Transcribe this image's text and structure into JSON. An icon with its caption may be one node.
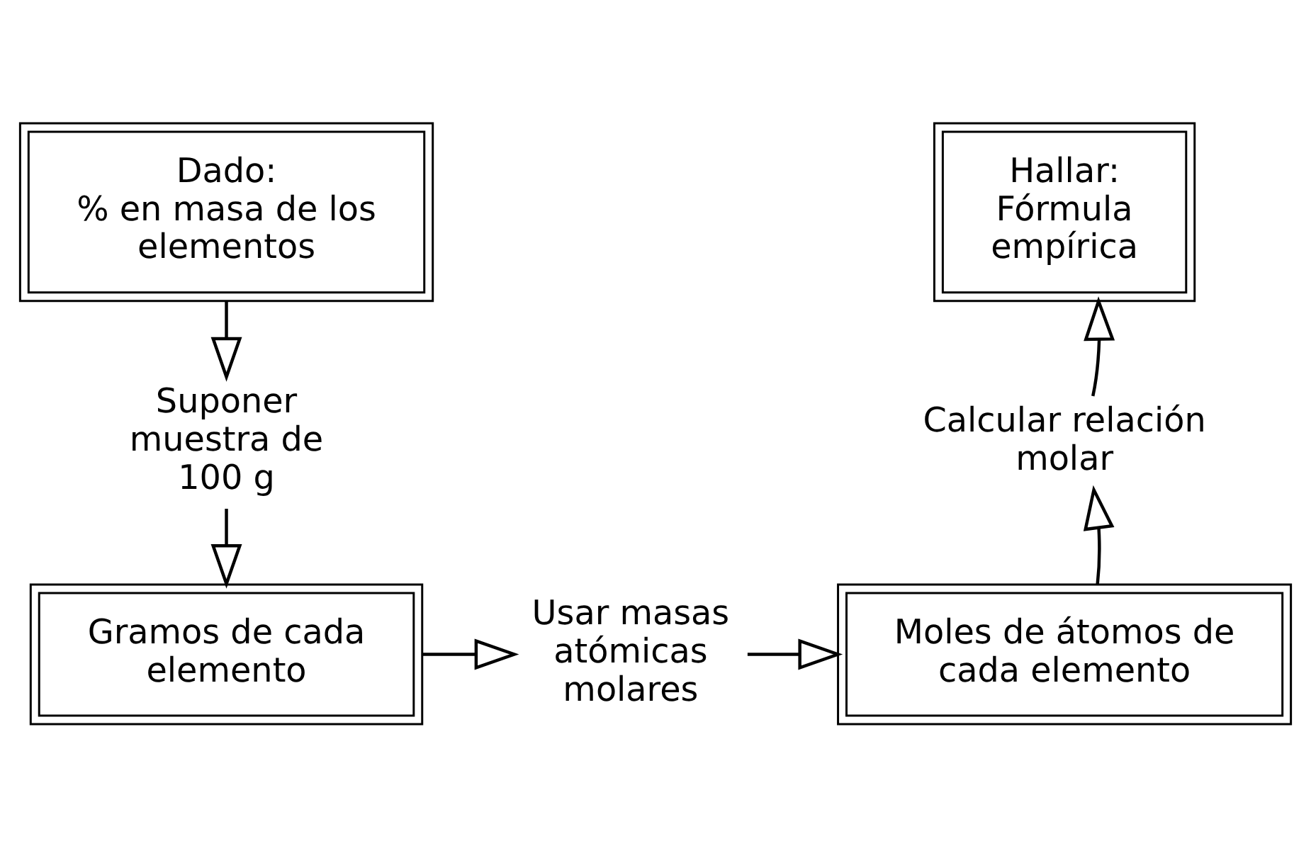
{
  "diagram": {
    "nodes": [
      {
        "text": [
          "Dado:",
          "% en masa de los elementos"
        ]
      },
      {
        "text": [
          "Suponer muestra de 100 g"
        ]
      },
      {
        "text": [
          "Gramos de cada elemento"
        ]
      },
      {
        "text": [
          "Usar masas atómicas molares"
        ]
      },
      {
        "text": [
          "Moles de átomos de cada elemento"
        ]
      },
      {
        "text": [
          "Calcular relación molar"
        ]
      },
      {
        "text": [
          "Hallar:",
          "Fórmula empírica"
        ]
      }
    ],
    "edges": [
      {
        "from": 0,
        "to": 1,
        "arrow": "to"
      },
      {
        "from": 1,
        "to": 2,
        "arrow": "to"
      },
      {
        "from": 2,
        "to": 3,
        "arrow": "to"
      },
      {
        "from": 3,
        "to": 4,
        "arrow": "to"
      },
      {
        "from": 4,
        "to": 5,
        "arrow": "to"
      },
      {
        "from": 5,
        "to": 6,
        "arrow": "to"
      }
    ]
  }
}
